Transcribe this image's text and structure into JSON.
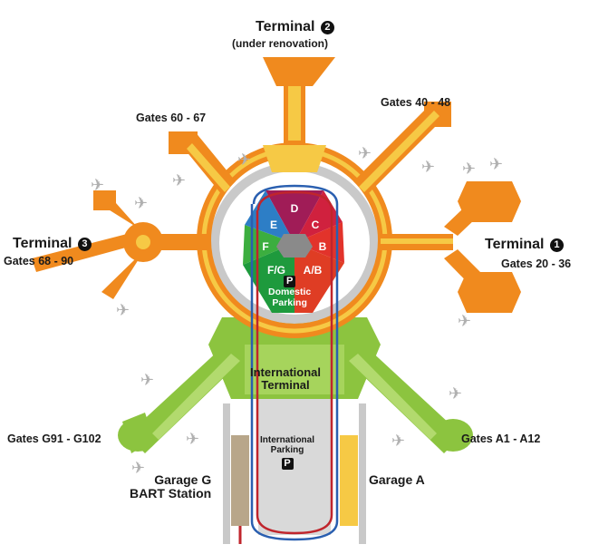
{
  "terminals": {
    "t1": {
      "label": "Terminal",
      "number": "1",
      "gates": "Gates 20 - 36"
    },
    "t2": {
      "label": "Terminal",
      "number": "2",
      "note": "(under renovation)"
    },
    "t3": {
      "label": "Terminal",
      "number": "3",
      "gates": "Gates 68 - 90"
    }
  },
  "gates": {
    "g40": "Gates 40 - 48",
    "g60": "Gates 60 - 67",
    "gG": "Gates G91 - G102",
    "gA": "Gates A1 - A12"
  },
  "parking_sections": [
    "D",
    "C",
    "B",
    "A/B",
    "F/G",
    "F",
    "E"
  ],
  "domestic_parking": {
    "icon": "P",
    "label_line1": "Domestic",
    "label_line2": "Parking"
  },
  "international_terminal": {
    "line1": "International",
    "line2": "Terminal"
  },
  "international_parking": {
    "line1": "International",
    "line2": "Parking",
    "icon": "P"
  },
  "garage_g": {
    "line1": "Garage G",
    "line2": "BART Station"
  },
  "garage_a": "Garage A",
  "colors": {
    "terminal_orange": "#f08a1e",
    "terminal_yellow": "#f6c945",
    "international_green": "#8cc43f",
    "section_d": "#a01c57",
    "section_c": "#d0213e",
    "section_b": "#e2332b",
    "section_ab": "#df3d24",
    "section_fg": "#1e9a3d",
    "section_f": "#3cae3f",
    "section_e": "#2d7ec6",
    "airtrain_blue": "#2a5fb0",
    "airtrain_red": "#c0252c"
  }
}
